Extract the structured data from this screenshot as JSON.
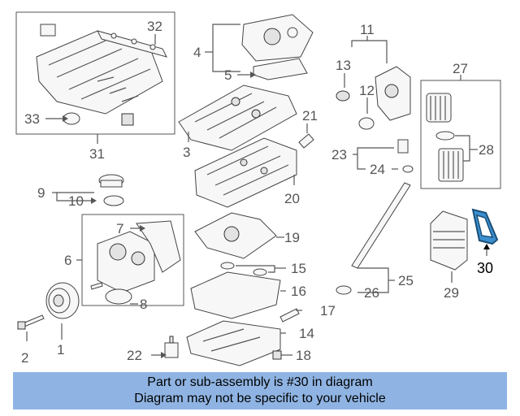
{
  "callouts": {
    "c1": "1",
    "c2": "2",
    "c3": "3",
    "c4": "4",
    "c5": "5",
    "c6": "6",
    "c7": "7",
    "c8": "8",
    "c9": "9",
    "c10": "10",
    "c11": "11",
    "c12": "12",
    "c13": "13",
    "c14": "14",
    "c15": "15",
    "c16": "16",
    "c17": "17",
    "c18": "18",
    "c19": "19",
    "c20": "20",
    "c21": "21",
    "c22": "22",
    "c23": "23",
    "c24": "24",
    "c25": "25",
    "c26": "26",
    "c27": "27",
    "c28": "28",
    "c29": "29",
    "c30": "30",
    "c31": "31",
    "c32": "32",
    "c33": "33"
  },
  "highlight": {
    "part_number": "30",
    "color": "#2e86c1"
  },
  "caption": {
    "line1": "Part or sub-assembly is #30 in diagram",
    "line2": "Diagram may not be specific to your vehicle",
    "background": "#8fb4e3"
  }
}
